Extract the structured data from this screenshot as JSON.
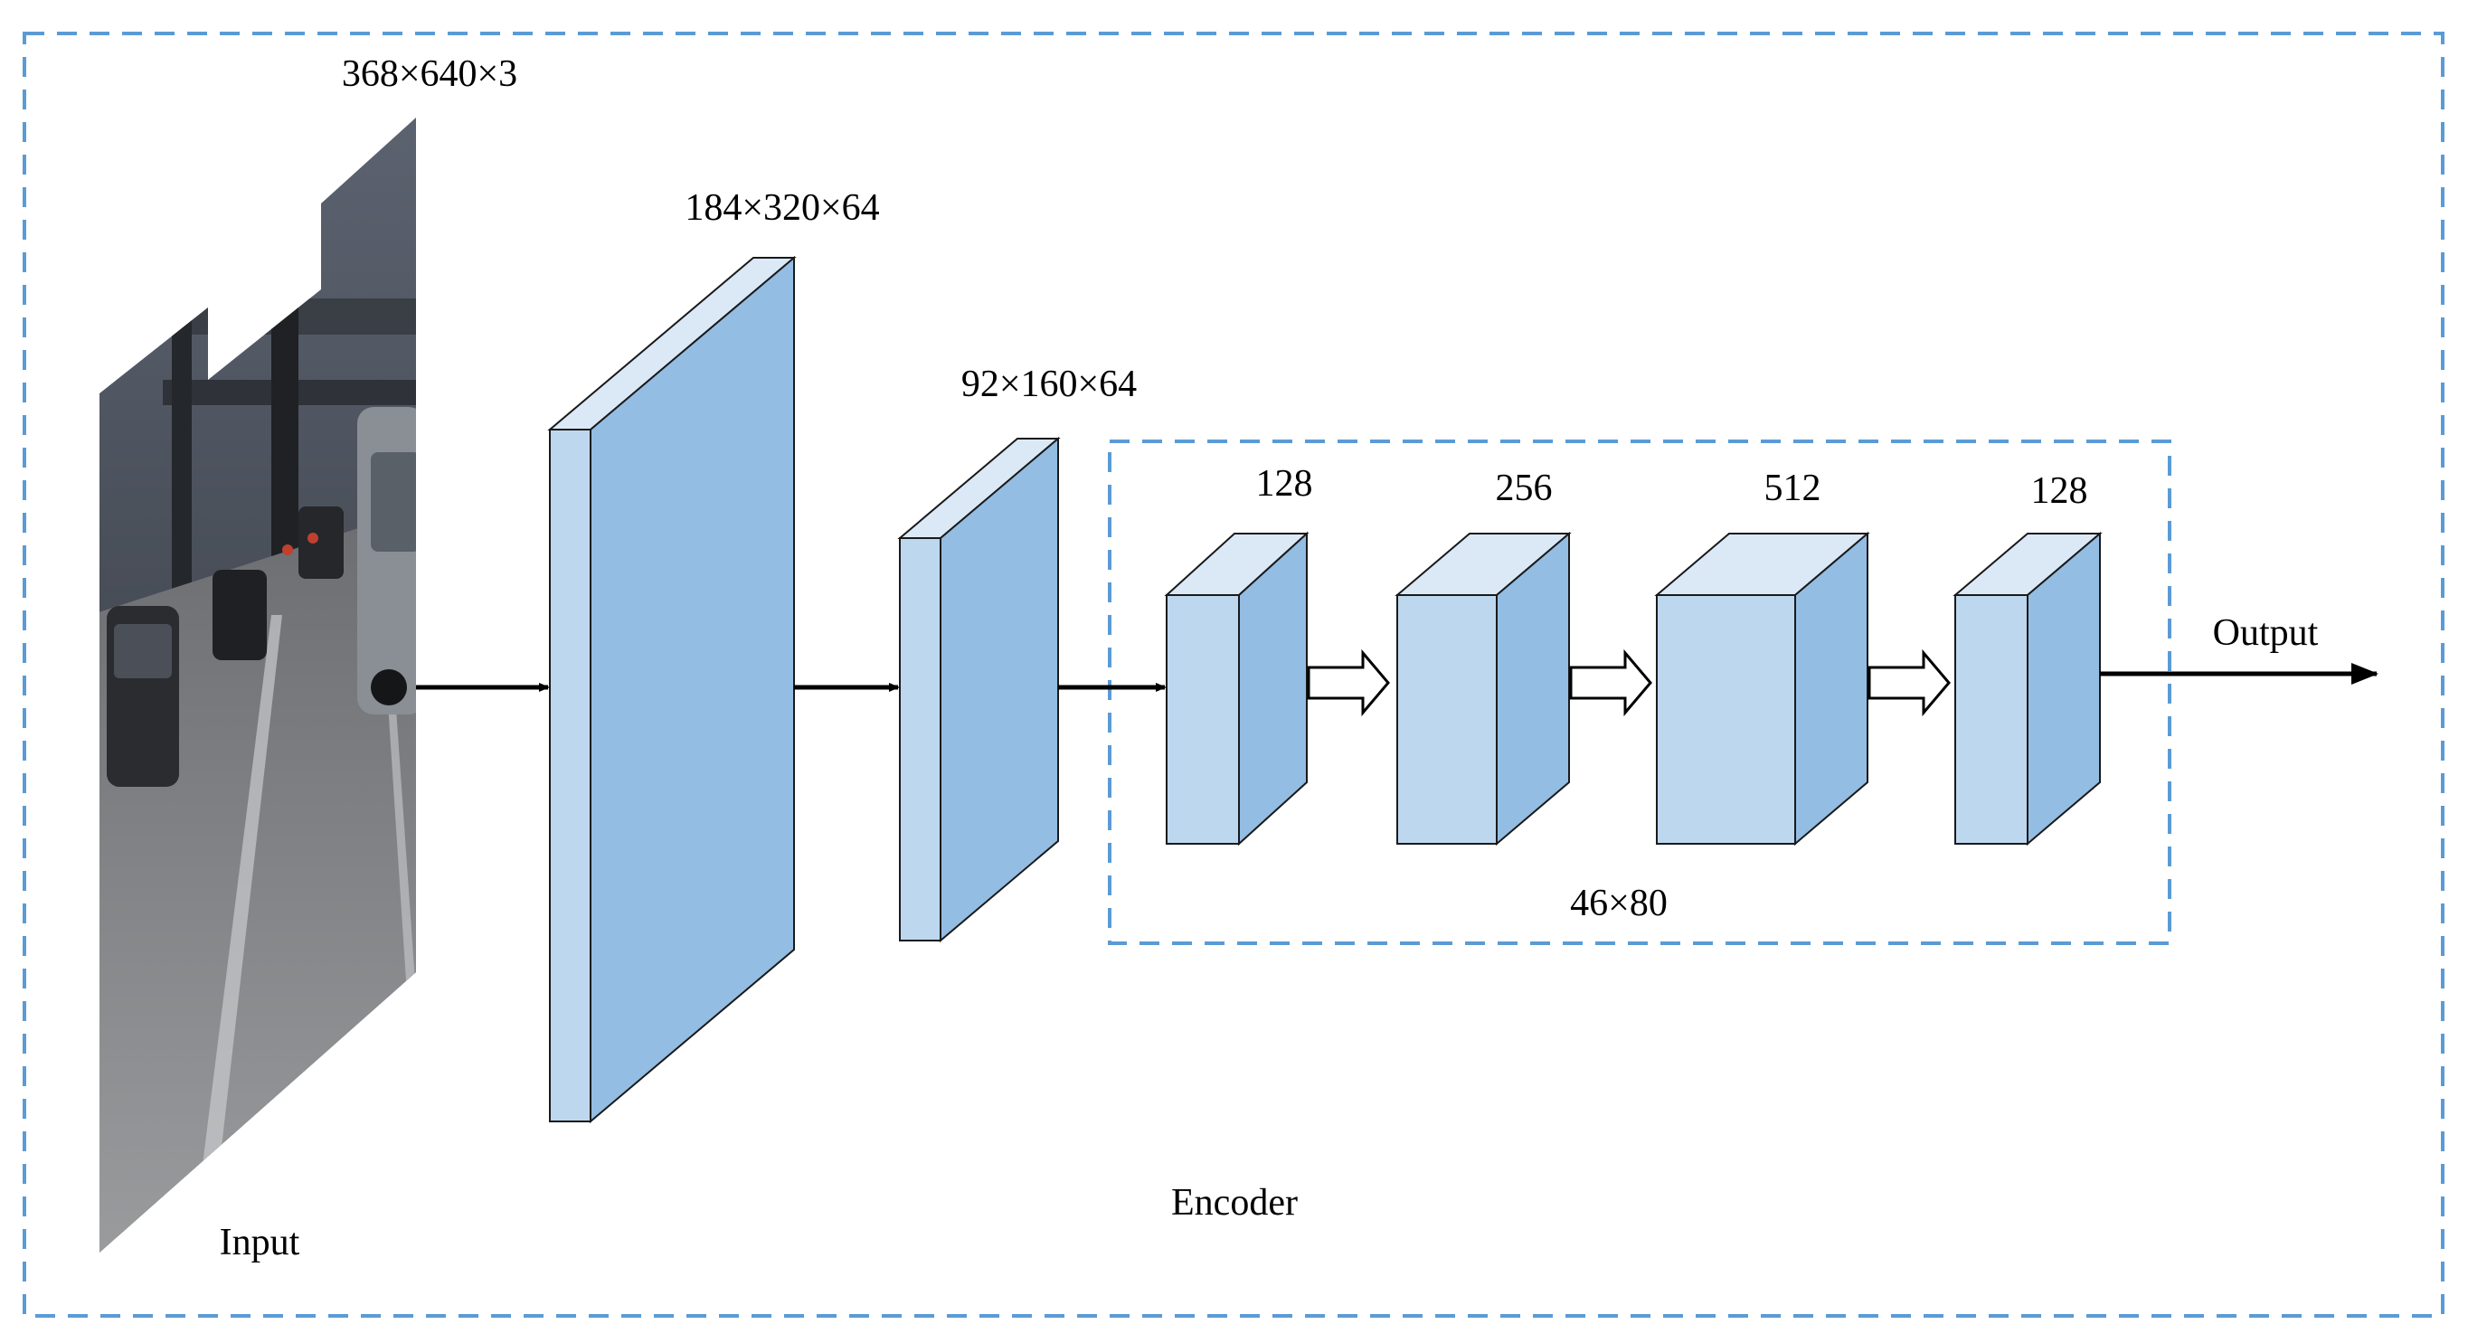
{
  "input": {
    "dims_label": "368×640×3",
    "caption": "Input"
  },
  "layer1": {
    "dims_label": "184×320×64"
  },
  "layer2": {
    "dims_label": "92×160×64"
  },
  "blocks": [
    {
      "channels": "128"
    },
    {
      "channels": "256"
    },
    {
      "channels": "512"
    },
    {
      "channels": "128"
    }
  ],
  "spatial_label": "46×80",
  "output_label": "Output",
  "encoder_label": "Encoder",
  "colors": {
    "border_dash": "#5b9bd5",
    "face_front_light": "#bdd7ee",
    "face_side": "#93bde3",
    "face_top": "#dbe9f7",
    "stroke": "#1a1a1a",
    "arrow": "#000000"
  }
}
